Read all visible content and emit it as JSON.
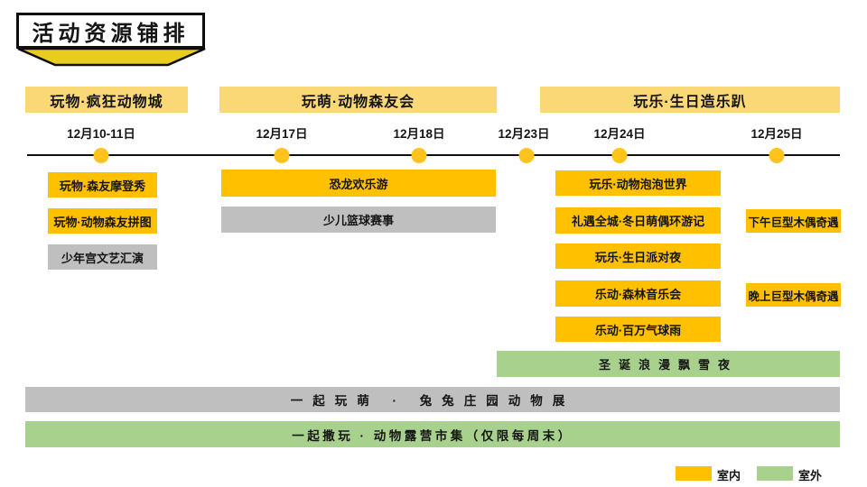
{
  "title": "活动资源铺排",
  "groups": [
    {
      "label": "玩物·疯狂动物城"
    },
    {
      "label": "玩萌·动物森友会"
    },
    {
      "label": "玩乐·生日造乐趴"
    }
  ],
  "dates": [
    {
      "label": "12月10-11日"
    },
    {
      "label": "12月17日"
    },
    {
      "label": "12月18日"
    },
    {
      "label": "12月23日"
    },
    {
      "label": "12月24日"
    },
    {
      "label": "12月25日"
    }
  ],
  "bars": [
    {
      "label": "玩物·森友摩登秀",
      "type": "indoor"
    },
    {
      "label": "玩物·动物森友拼图",
      "type": "indoor"
    },
    {
      "label": "少年宫文艺汇演",
      "type": "neutral"
    },
    {
      "label": "恐龙欢乐游",
      "type": "indoor"
    },
    {
      "label": "少儿篮球赛事",
      "type": "neutral"
    },
    {
      "label": "玩乐·动物泡泡世界",
      "type": "indoor"
    },
    {
      "label": "礼遇全城·冬日萌偶环游记",
      "type": "indoor"
    },
    {
      "label": "下午巨型木偶奇遇",
      "type": "indoor"
    },
    {
      "label": "玩乐·生日派对夜",
      "type": "indoor"
    },
    {
      "label": "乐动·森林音乐会",
      "type": "indoor"
    },
    {
      "label": "晚上巨型木偶奇遇",
      "type": "indoor"
    },
    {
      "label": "乐动·百万气球雨",
      "type": "indoor"
    },
    {
      "label": "圣诞浪漫飘雪夜",
      "type": "outdoor"
    },
    {
      "label": "一起玩萌 · 兔兔庄园动物展",
      "type": "neutral"
    },
    {
      "label": "一起撒玩 · 动物露营市集（仅限每周末）",
      "type": "outdoor"
    }
  ],
  "legend": {
    "indoor_label": "室内",
    "outdoor_label": "室外"
  },
  "colors": {
    "header_bg": "#FBD876",
    "indoor": "#FFC000",
    "outdoor": "#A9D18E",
    "neutral": "#BFBFBF",
    "ribbon": "#E9CD1E",
    "dot": "#FFC31E"
  }
}
